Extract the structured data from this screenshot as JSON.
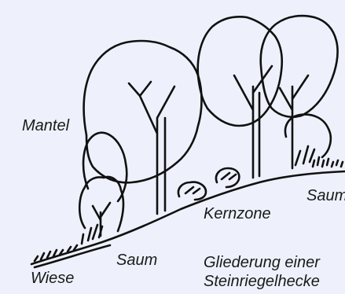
{
  "labels": {
    "mantel": "Mantel",
    "kernzone": "Kernzone",
    "saum_right": "Saum",
    "saum_left": "Saum",
    "wiese": "Wiese"
  },
  "caption": {
    "line1": "Gliederung einer",
    "line2": "Steinriegelhecke"
  },
  "colors": {
    "background": "#eef1fb",
    "ink": "#111111"
  }
}
